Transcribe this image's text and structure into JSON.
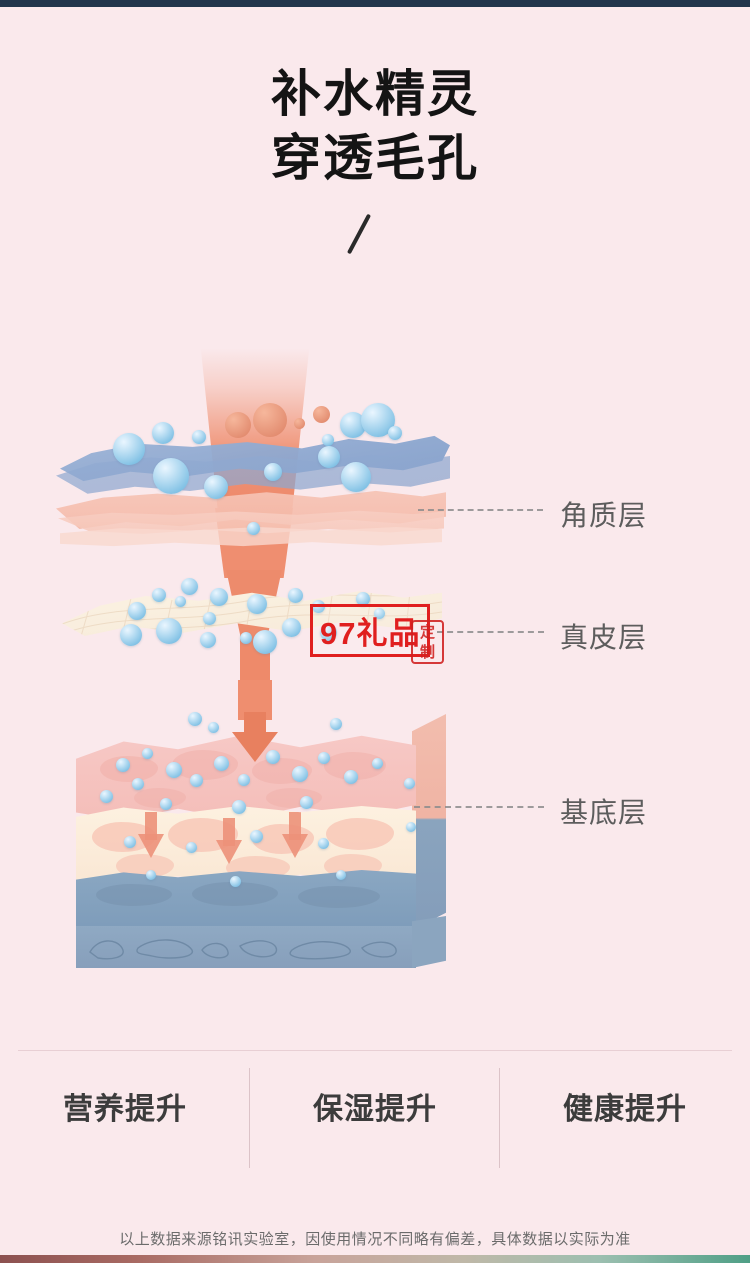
{
  "headline": {
    "line1": "补水精灵",
    "line2": "穿透毛孔"
  },
  "diagram": {
    "labels": [
      {
        "id": "stratum-corneum",
        "text": "角质层"
      },
      {
        "id": "dermis",
        "text": "真皮层"
      },
      {
        "id": "basal-layer",
        "text": "基底层"
      }
    ]
  },
  "watermark": {
    "brand": "97礼品",
    "seal_line1": "定",
    "seal_line2": "制"
  },
  "benefits": [
    {
      "label": "营养提升"
    },
    {
      "label": "保湿提升"
    },
    {
      "label": "健康提升"
    }
  ],
  "footer": {
    "disclaimer": "以上数据来源铭讯实验室，因使用情况不同略有偏差，具体数据以实际为准"
  },
  "colors": {
    "background": "#fae9ec",
    "top_strip": "#22364c",
    "headline_text": "#141414",
    "label_text": "#5d5d5d",
    "stratum_blue": "#8ba6cf",
    "salmon": "#f3b5a3",
    "cream": "#f8ecdb",
    "droplet_blue": "#7fc0e4",
    "cone_orange": "#ec8465",
    "watermark_red": "#e01f1f",
    "divider": "#dcc3c8"
  }
}
